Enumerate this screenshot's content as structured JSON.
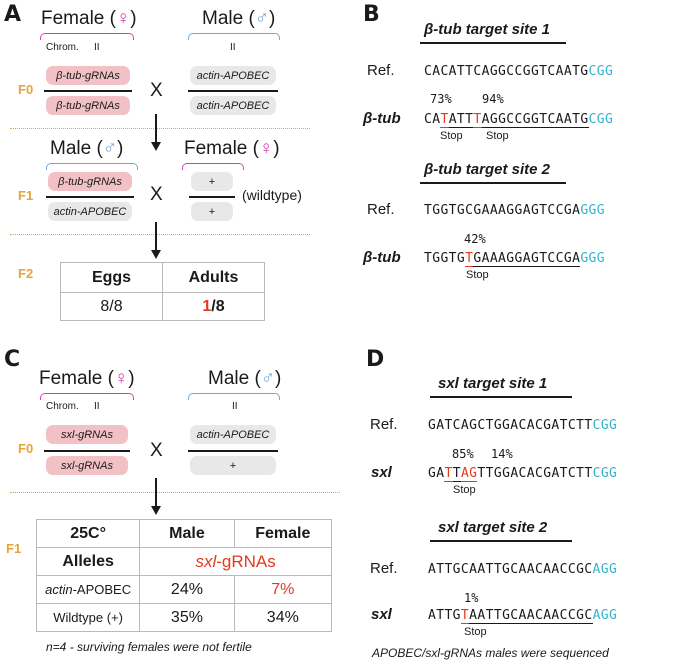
{
  "panels": {
    "A": {
      "letter": "A",
      "female": {
        "label": "Female (",
        "sym": "♀",
        "close": ")"
      },
      "male": {
        "label": "Male (",
        "sym": "♂",
        "close": ")"
      },
      "chrom": "Chrom.",
      "chrom_num_f": "II",
      "chrom_num_m": "II",
      "f0_label": "F0",
      "f1_label": "F1",
      "f2_label": "F2",
      "f0_female_top": "β-tub-gRNAs",
      "f0_female_bot": "β-tub-gRNAs",
      "f0_male_top": "actin-APOBEC",
      "f0_male_bot": "actin-APOBEC",
      "cross": "X",
      "f1_male": {
        "label": "Male (",
        "sym": "♂",
        "close": ")"
      },
      "f1_female": {
        "label": "Female (",
        "sym": "♀",
        "close": ")"
      },
      "f1_male_top": "β-tub-gRNAs",
      "f1_male_bot": "actin-APOBEC",
      "f1_plus_top": "+",
      "f1_plus_bot": "+",
      "wildtype": "(wildtype)",
      "table": {
        "headers": [
          "Eggs",
          "Adults"
        ],
        "eggs": "8/8",
        "adults_red": "1",
        "adults_rest": "/8"
      }
    },
    "B": {
      "letter": "B",
      "site1_title": "β-tub target site 1",
      "site2_title": "β-tub target site 2",
      "ref_label": "Ref.",
      "gene_label": "β-tub",
      "site1_ref": {
        "main": "CACATTCAGGCCGGTCAATG",
        "pam": "CGG"
      },
      "site1_mut": {
        "p1": "CA",
        "r1": "T",
        "p2": "ATT",
        "r2": "T",
        "p3": "AGGCCGGTCAATG",
        "pam": "CGG"
      },
      "site1_pct1": "73%",
      "site1_pct2": "94%",
      "site2_ref": {
        "main": "TGGTGCGAAAGGAGTCCGA",
        "pam": "GGG"
      },
      "site2_mut": {
        "p1": "TGGTG",
        "r1": "T",
        "p2": "GAAAGGAGTCCGA",
        "pam": "GGG"
      },
      "site2_pct": "42%",
      "stop": "Stop"
    },
    "C": {
      "letter": "C",
      "female": {
        "label": "Female (",
        "sym": "♀",
        "close": ")"
      },
      "male": {
        "label": "Male (",
        "sym": "♂",
        "close": ")"
      },
      "chrom": "Chrom.",
      "chrom_num_f": "II",
      "chrom_num_m": "II",
      "f0_label": "F0",
      "f1_label": "F1",
      "f0_female_top": "sxl-gRNAs",
      "f0_female_bot": "sxl-gRNAs",
      "f0_male_top": "actin-APOBEC",
      "f0_male_bot": "+",
      "cross": "X",
      "table": {
        "temp": "25C°",
        "male": "Male",
        "female": "Female",
        "alleles": "Alleles",
        "grna_italic": "sxl",
        "grna_rest": "-gRNAs",
        "row1_label_italic": "actin",
        "row1_label_rest": "-APOBEC",
        "row1_male": "24%",
        "row1_female": "7%",
        "row2_label": "Wildtype (+)",
        "row2_male": "35%",
        "row2_female": "34%"
      },
      "caption": "n=4 - surviving females were not fertile"
    },
    "D": {
      "letter": "D",
      "site1_title": "sxl target site 1",
      "site2_title": "sxl target site 2",
      "ref_label": "Ref.",
      "gene_label": "sxl",
      "site1_ref": {
        "main": "GATCAGCTGGACACGATCTT",
        "pam": "CGG"
      },
      "site1_mut": {
        "p1": "GA",
        "r1": "T",
        "p2": "T",
        "r2": "AG",
        "p3": "TTGGACACGATCTT",
        "pam": "CGG"
      },
      "site1_pct1": "85%",
      "site1_pct2": "14%",
      "site2_ref": {
        "main": "ATTGCAATTGCAACAACCGC",
        "pam": "AGG"
      },
      "site2_mut": {
        "p1": "ATTG",
        "r1": "T",
        "p2": "AATTGCAACAACCGC",
        "pam": "AGG"
      },
      "site2_pct": "1%",
      "stop": "Stop",
      "caption": "APOBEC/sxl-gRNAs males were sequenced"
    }
  },
  "colors": {
    "female_symbol": "#d63fb4",
    "male_symbol": "#6fa8dc",
    "generation_label": "#e8a33a",
    "grna_pill": "#f2c1c6",
    "apobec_pill": "#e8e8e8",
    "mutation_red": "#e23a1e",
    "pam_cyan": "#31b4cf"
  }
}
